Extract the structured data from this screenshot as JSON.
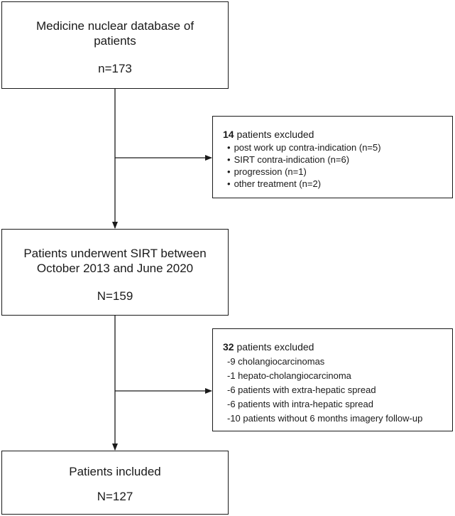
{
  "box1": {
    "title": "Medicine nuclear database of patients",
    "count": "n=173"
  },
  "excluded1": {
    "number": "14",
    "label": " patients excluded",
    "items": [
      "post work up contra-indication (n=5)",
      "SIRT contra-indication (n=6)",
      "progression (n=1)",
      "other treatment (n=2)"
    ]
  },
  "box2": {
    "title": "Patients underwent SIRT between October 2013 and June 2020",
    "count": "N=159"
  },
  "excluded2": {
    "number": "32",
    "label": " patients excluded",
    "items": [
      "-9 cholangiocarcinomas",
      "-1 hepato-cholangiocarcinoma",
      "-6 patients with extra-hepatic spread",
      "-6 patients with intra-hepatic spread",
      "-10 patients without 6 months imagery follow-up"
    ]
  },
  "box3": {
    "title": "Patients included",
    "count": "N=127"
  },
  "colors": {
    "line": "#1a1a1a",
    "background": "#ffffff"
  }
}
